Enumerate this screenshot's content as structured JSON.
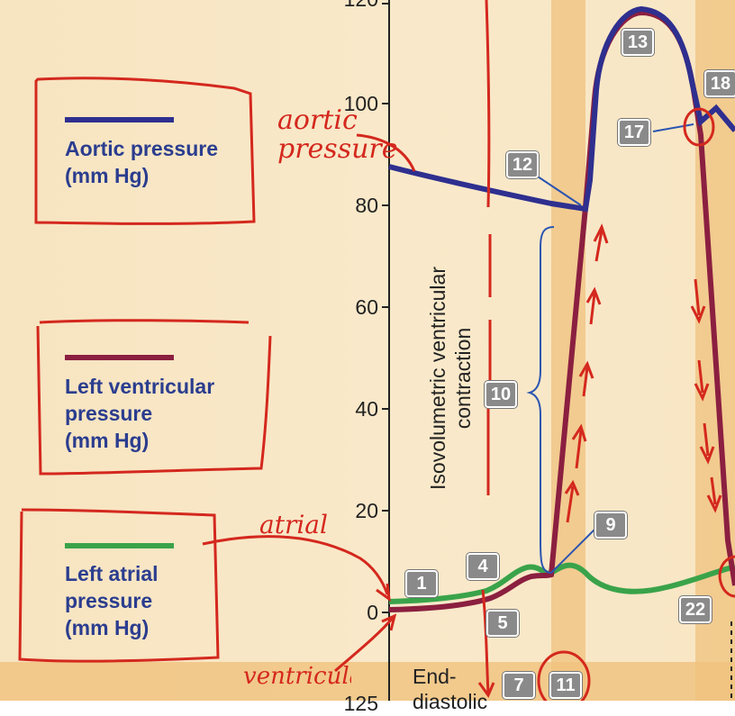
{
  "axis": {
    "ticks": [
      "120",
      "100",
      "80",
      "60",
      "40",
      "20",
      "0",
      "125"
    ]
  },
  "legend": {
    "aortic": "Aortic pressure\n(mm Hg)",
    "left_ventricular": "Left ventricular\npressure\n(mm Hg)",
    "left_atrial": "Left atrial\npressure\n(mm Hg)"
  },
  "colors": {
    "aortic": "#2e2f8f",
    "ventricular": "#8b1f40",
    "atrial": "#3aa34a",
    "ink": "#d4281e",
    "band": "#f0c27d"
  },
  "badges": [
    "13",
    "18",
    "17",
    "12",
    "10",
    "9",
    "4",
    "1",
    "5",
    "22",
    "7",
    "11"
  ],
  "phase_label": "Isovolumetric ventricular\ncontraction",
  "bottom_label": "End-\ndiastolic",
  "handwriting": {
    "aortic": "aortic\npressure",
    "atrial": "atrial",
    "ventricular": "ventricular"
  }
}
